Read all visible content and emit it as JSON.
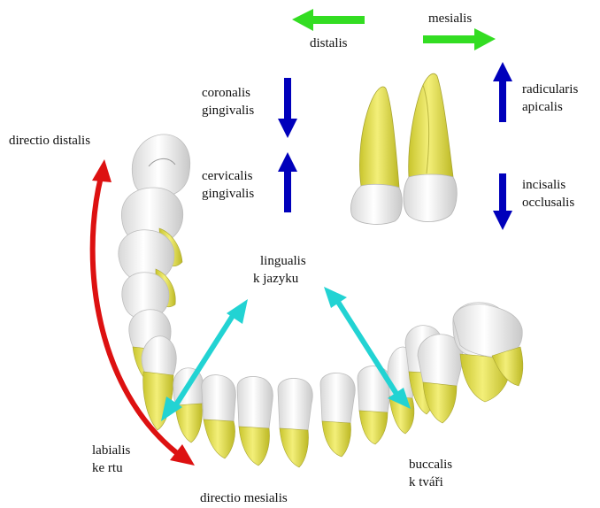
{
  "labels": {
    "distalis": "distalis",
    "mesialis": "mesialis",
    "coronalis": "coronalis",
    "gingivalis_top": "gingivalis",
    "cervicalis": "cervicalis",
    "gingivalis_bottom": "gingivalis",
    "radicularis": "radicularis",
    "apicalis": "apicalis",
    "incisalis": "incisalis",
    "occlusalis": "occlusalis",
    "directio_distalis": "directio distalis",
    "directio_mesialis": "directio mesialis",
    "lingualis": "lingualis",
    "k_jazyku": "k jazyku",
    "labialis": "labialis",
    "ke_rtu": "ke rtu",
    "buccalis": "buccalis",
    "k_tvari": "k tváři"
  },
  "colors": {
    "arrow_green": "#33dd22",
    "arrow_blue": "#0000bb",
    "arrow_red": "#dd1111",
    "arrow_cyan": "#22d3d3",
    "root_yellow": "#eeea6a",
    "crown_white": "#f6f6f6"
  }
}
